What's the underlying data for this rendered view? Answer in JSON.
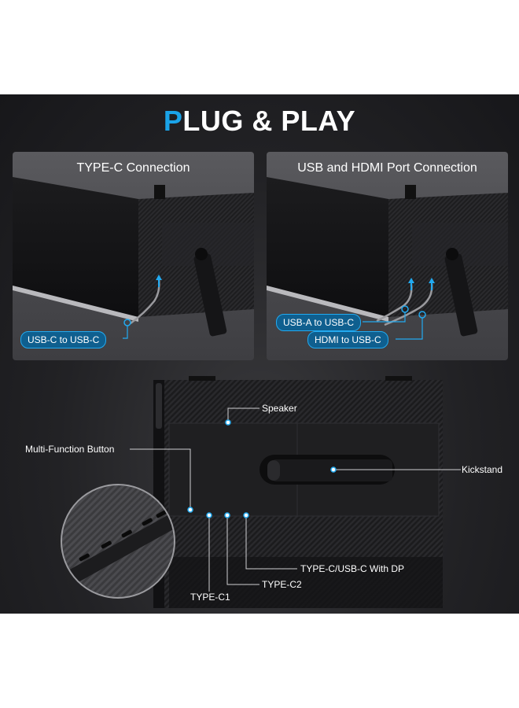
{
  "title": {
    "accent": "P",
    "rest": "LUG & PLAY"
  },
  "panels": [
    {
      "title": "TYPE-C Connection",
      "tags": [
        "USB-C to USB-C"
      ]
    },
    {
      "title": "USB and HDMI Port Connection",
      "tags": [
        "USB-A to USB-C",
        "HDMI to USB-C"
      ]
    }
  ],
  "callouts": {
    "speaker": "Speaker",
    "multi_function": "Multi-Function Button",
    "kickstand": "Kickstand",
    "type_c_dp": "TYPE-C/USB-C With DP",
    "type_c2": "TYPE-C2",
    "type_c1": "TYPE-C1"
  },
  "colors": {
    "accent": "#1aa3e8",
    "tag_fill": "#0f5f8f",
    "tag_border": "#22aaf0",
    "background": "#222225"
  }
}
